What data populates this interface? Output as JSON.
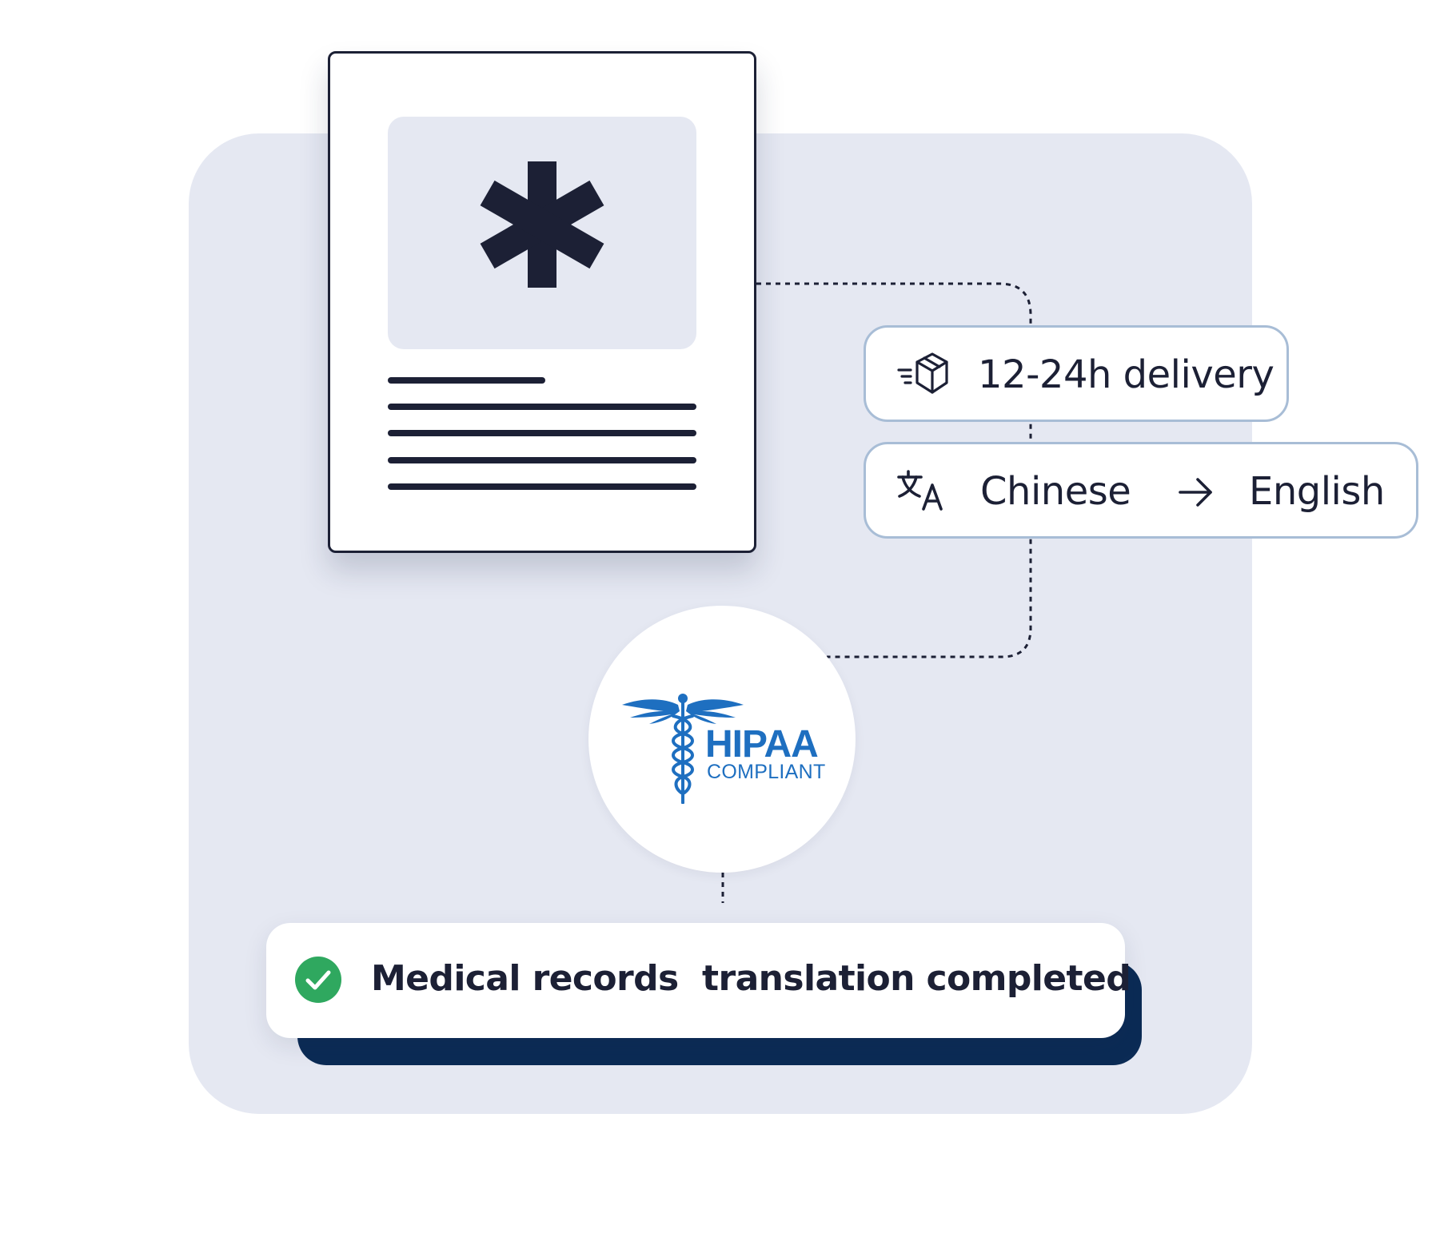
{
  "delivery": {
    "icon": "package-delivery-icon",
    "label": "12-24h delivery"
  },
  "language": {
    "icon": "translate-icon",
    "from": "Chinese",
    "arrow_icon": "arrow-right-icon",
    "to": "English"
  },
  "document": {
    "icon": "medical-asterisk-icon"
  },
  "badge": {
    "icon": "caduceus-icon",
    "title": "HIPAA",
    "subtitle": "COMPLIANT",
    "color": "#1e6fc0"
  },
  "status": {
    "icon": "check-circle-icon",
    "text": "Medical records  translation completed",
    "check_color": "#2fa85f"
  },
  "colors": {
    "ink": "#1c2035",
    "panel": "#e5e8f2",
    "pill_border": "#a8bdd6",
    "navy_shadow": "#0b2b55"
  }
}
